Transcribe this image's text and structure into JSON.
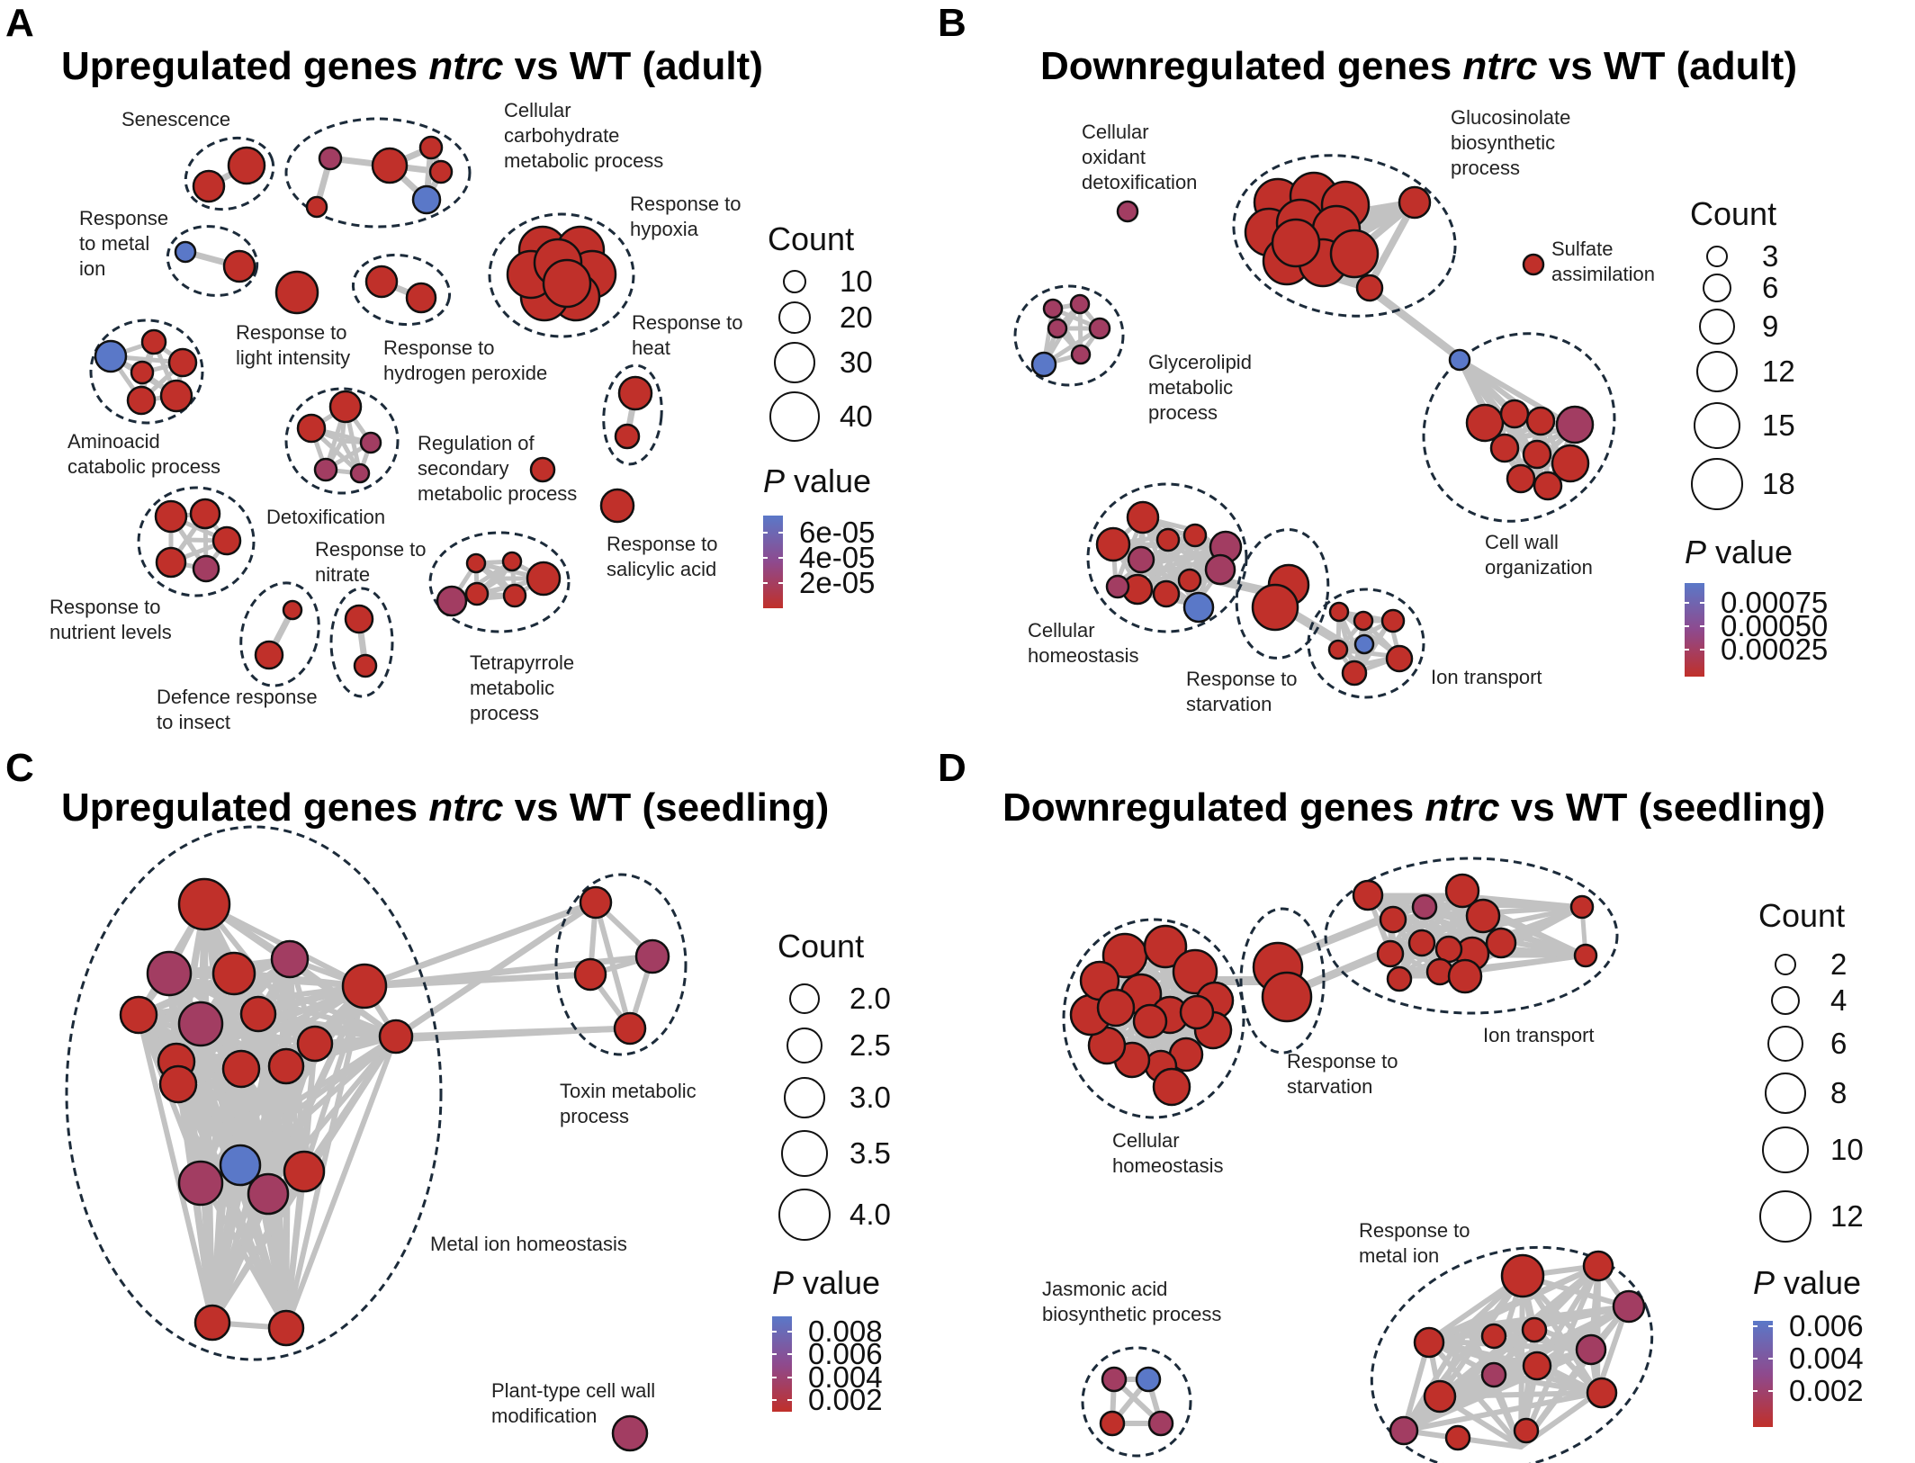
{
  "panels": [
    {
      "letter": "A",
      "title_pre": "Upregulated genes ",
      "title_it": "ntrc",
      "title_post": " vs WT (adult)",
      "count_title": "Count",
      "count_legend": [
        "10",
        "20",
        "30",
        "40"
      ],
      "p_title": "value",
      "p_letter": "P",
      "p_legend": [
        "6e-05",
        "4e-05",
        "2e-05"
      ],
      "clusters": [
        "Senescence",
        "Cellular carbohydrate metabolic process",
        "Response to hypoxia",
        "Response to metal ion",
        "Response to light intensity",
        "Response to hydrogen peroxide",
        "Response to heat",
        "Aminoacid catabolic process",
        "Regulation of secondary metabolic process",
        "Detoxification",
        "Response to salicylic acid",
        "Response to nitrate",
        "Response to nutrient levels",
        "Defence response to insect",
        "Tetrapyrrole metabolic process"
      ]
    },
    {
      "letter": "B",
      "title_pre": "Downregulated genes ",
      "title_it": "ntrc",
      "title_post": " vs WT (adult)",
      "count_title": "Count",
      "count_legend": [
        "3",
        "6",
        "9",
        "12",
        "15",
        "18"
      ],
      "p_title": "value",
      "p_letter": "P",
      "p_legend": [
        "0.00075",
        "0.00050",
        "0.00025"
      ],
      "clusters": [
        "Cellular oxidant detoxification",
        "Glucosinolate biosynthetic process",
        "Sulfate assimilation",
        "Glycerolipid metabolic process",
        "Cell wall organization",
        "Cellular homeostasis",
        "Response to starvation",
        "Ion transport"
      ]
    },
    {
      "letter": "C",
      "title_pre": "Upregulated genes ",
      "title_it": "ntrc",
      "title_post": " vs WT (seedling)",
      "count_title": "Count",
      "count_legend": [
        "2.0",
        "2.5",
        "3.0",
        "3.5",
        "4.0"
      ],
      "p_title": "value",
      "p_letter": "P",
      "p_legend": [
        "0.008",
        "0.006",
        "0.004",
        "0.002"
      ],
      "clusters": [
        "Toxin metabolic process",
        "Metal ion homeostasis",
        "Plant-type cell wall modification"
      ]
    },
    {
      "letter": "D",
      "title_pre": "Downregulated genes ",
      "title_it": "ntrc",
      "title_post": " vs WT (seedling)",
      "count_title": "Count",
      "count_legend": [
        "2",
        "4",
        "6",
        "8",
        "10",
        "12"
      ],
      "p_title": "value",
      "p_letter": "P",
      "p_legend": [
        "0.006",
        "0.004",
        "0.002"
      ],
      "clusters": [
        "Ion transport",
        "Response to starvation",
        "Cellular homeostasis",
        "Response to metal ion",
        "Jasmonic acid biosynthetic process"
      ]
    }
  ],
  "colors": {
    "high_p": "#5a78c8",
    "mid_p": "#8e4a8e",
    "low_p": "#c0302a",
    "edge": "#c2c2c2",
    "hull": "#1c2b3a"
  }
}
